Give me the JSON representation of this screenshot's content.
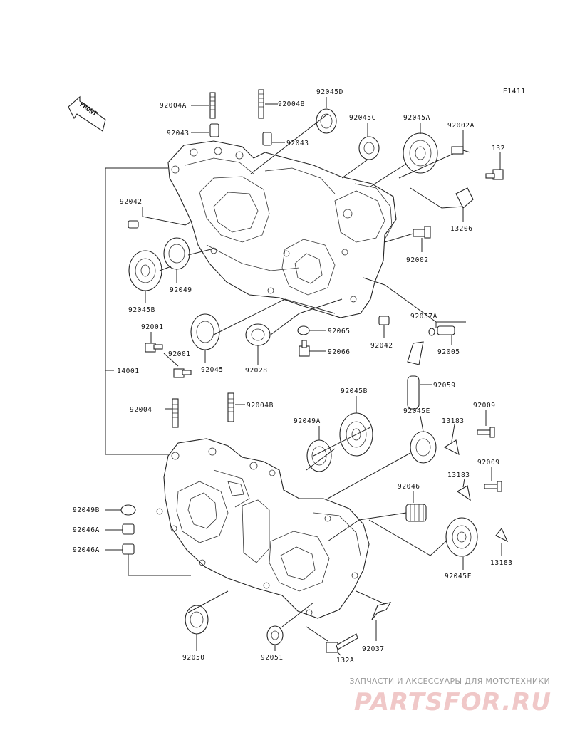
{
  "diagram_code": "E1411",
  "front_label": "FRONT",
  "labels": {
    "l92004A_top": "92004A",
    "l92004B_top": "92004B",
    "l92045D": "92045D",
    "l92045C": "92045C",
    "l92045A": "92045A",
    "l92002A": "92002A",
    "l132": "132",
    "l92043_left": "92043",
    "l92043_right": "92043",
    "l92042_top": "92042",
    "l13206": "13206",
    "l92002": "92002",
    "l92049": "92049",
    "l92045B_left": "92045B",
    "l92001_a": "92001",
    "l92001_b": "92001",
    "l92045": "92045",
    "l92028": "92028",
    "l92065": "92065",
    "l92066": "92066",
    "l92042_mid": "92042",
    "l92037A": "92037A",
    "l92005": "92005",
    "l92059": "92059",
    "l14001": "14001",
    "l92004": "92004",
    "l92004B_low": "92004B",
    "l92045B_low": "92045B",
    "l92049A": "92049A",
    "l92045E": "92045E",
    "l92009_a": "92009",
    "l13183_a": "13183",
    "l92009_b": "92009",
    "l13183_b": "13183",
    "l92046": "92046",
    "l92049B": "92049B",
    "l92046A_a": "92046A",
    "l92046A_b": "92046A",
    "l13183_c": "13183",
    "l92045F": "92045F",
    "l92050": "92050",
    "l92051": "92051",
    "l132A": "132A",
    "l92037": "92037"
  },
  "watermark": {
    "tagline": "ЗАПЧАСТИ И АКСЕССУАРЫ ДЛЯ МОТОТЕХНИКИ",
    "logo": "PARTSFOR.RU"
  }
}
